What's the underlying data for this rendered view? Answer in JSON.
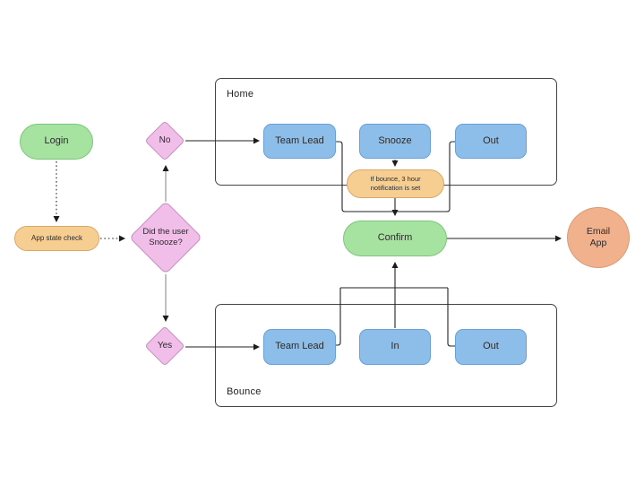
{
  "containers": {
    "home": {
      "label": "Home"
    },
    "bounce": {
      "label": "Bounce"
    }
  },
  "nodes": {
    "login": {
      "label": "Login"
    },
    "app_state_check": {
      "label": "App state check"
    },
    "decision_no": {
      "label": "No"
    },
    "decision_snooze": {
      "label": "Did the user Snooze?"
    },
    "decision_yes": {
      "label": "Yes"
    },
    "home_team_lead": {
      "label": "Team Lead"
    },
    "home_snooze": {
      "label": "Snooze"
    },
    "home_out": {
      "label": "Out"
    },
    "note": {
      "label": "If bounce, 3 hour notification is set"
    },
    "confirm": {
      "label": "Confirm"
    },
    "email_app": {
      "label": "Email App"
    },
    "bounce_team_lead": {
      "label": "Team Lead"
    },
    "bounce_in": {
      "label": "In"
    },
    "bounce_out": {
      "label": "Out"
    }
  },
  "colors": {
    "green_fill": "#a6e3a1",
    "green_border": "#7cc57c",
    "pink_fill": "#f1bde9",
    "pink_border": "#c98fc0",
    "blue_fill": "#8dbde9",
    "blue_border": "#69a1d6",
    "orange_fill": "#f7ce92",
    "orange_border": "#d9a768",
    "salmon_fill": "#f1b18d",
    "salmon_border": "#d69c72",
    "edge": "#222222",
    "edge_gray": "#8a8a8a",
    "container_border": "#444444",
    "background": "#ffffff"
  }
}
